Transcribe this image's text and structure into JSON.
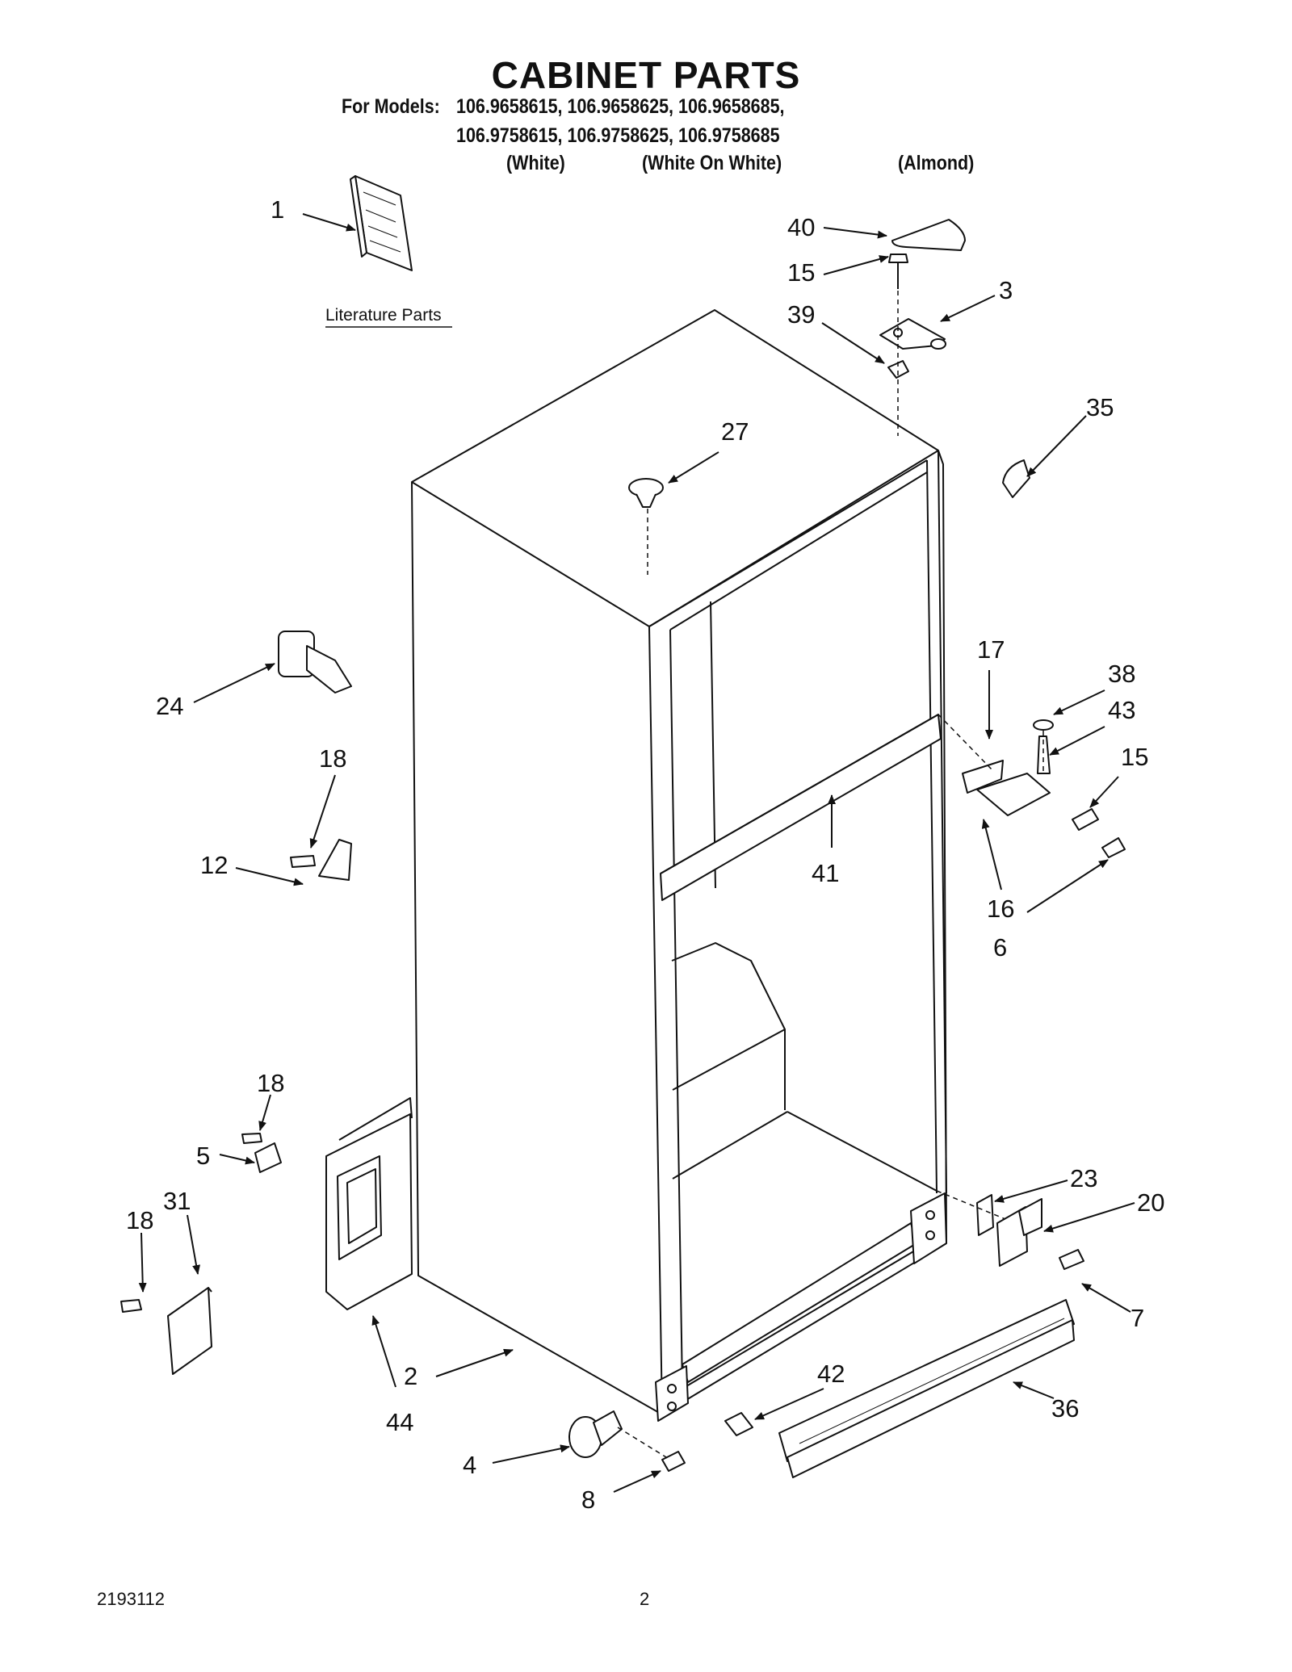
{
  "header": {
    "title": "CABINET PARTS",
    "models_prefix": "For Models:",
    "models_line1": "106.9658615, 106.9658625, 106.9658685,",
    "models_line2": "106.9758615, 106.9758625, 106.9758685",
    "color_white": "(White)",
    "color_white_on_white": "(White On White)",
    "color_almond": "(Almond)"
  },
  "literature_label": "Literature Parts",
  "callouts": {
    "c1": "1",
    "c40": "40",
    "c15a": "15",
    "c3": "3",
    "c39": "39",
    "c35": "35",
    "c27": "27",
    "c24": "24",
    "c18a": "18",
    "c12": "12",
    "c17": "17",
    "c38": "38",
    "c43": "43",
    "c15b": "15",
    "c41": "41",
    "c16": "16",
    "c6": "6",
    "c18b": "18",
    "c5": "5",
    "c31": "31",
    "c18c": "18",
    "c23": "23",
    "c20": "20",
    "c7": "7",
    "c2": "2",
    "c44": "44",
    "c42": "42",
    "c36": "36",
    "c4": "4",
    "c8": "8"
  },
  "footer": {
    "doc_number": "2193112",
    "page_number": "2"
  }
}
